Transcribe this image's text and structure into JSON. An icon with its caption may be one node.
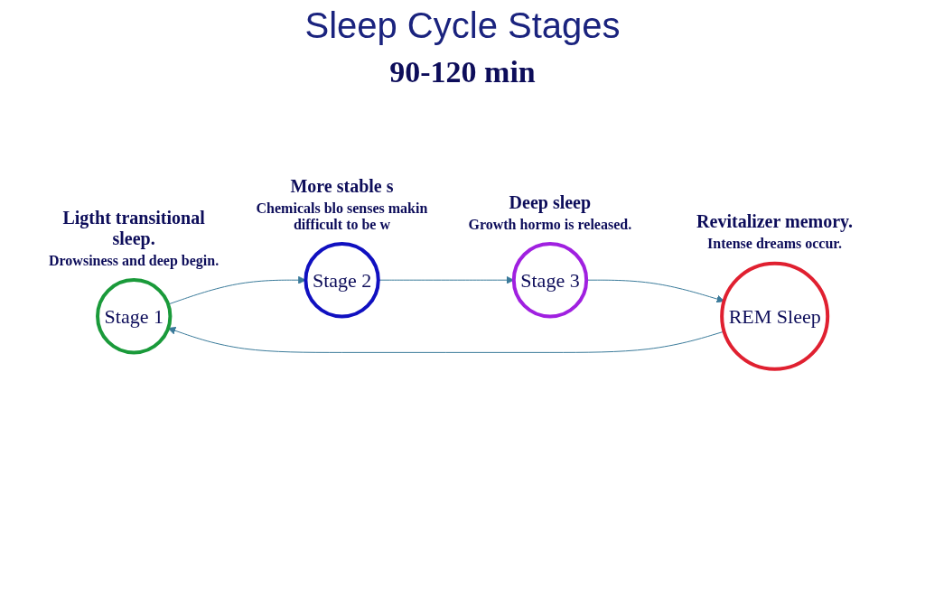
{
  "diagram": {
    "title": "Sleep Cycle Stages",
    "nodes": [
      {
        "text": [
          "Stage 1"
        ],
        "beside": [
          "Ligtht transitional sleep.",
          "Drowsiness and deep begin."
        ]
      },
      {
        "text": [
          "Stage 2"
        ],
        "beside": [
          "More stable s",
          "Chemicals blo senses makin difficult to be w"
        ]
      },
      {
        "text": [
          "Stage 3"
        ],
        "beside": [
          "Deep sleep",
          "Growth hormo is released."
        ]
      },
      {
        "text": [
          "REM Sleep"
        ],
        "beside": [
          "Revitalizer memory.",
          "Intense dreams occur."
        ]
      }
    ],
    "edges": [
      {
        "from": 0,
        "to": 1,
        "arrow": "to"
      },
      {
        "from": 1,
        "to": 2,
        "arrow": "to"
      },
      {
        "from": 2,
        "to": 3,
        "arrow": "to"
      },
      {
        "from": 3,
        "to": 0,
        "arrow": "to"
      }
    ],
    "labels": [
      "90-120 min"
    ]
  }
}
